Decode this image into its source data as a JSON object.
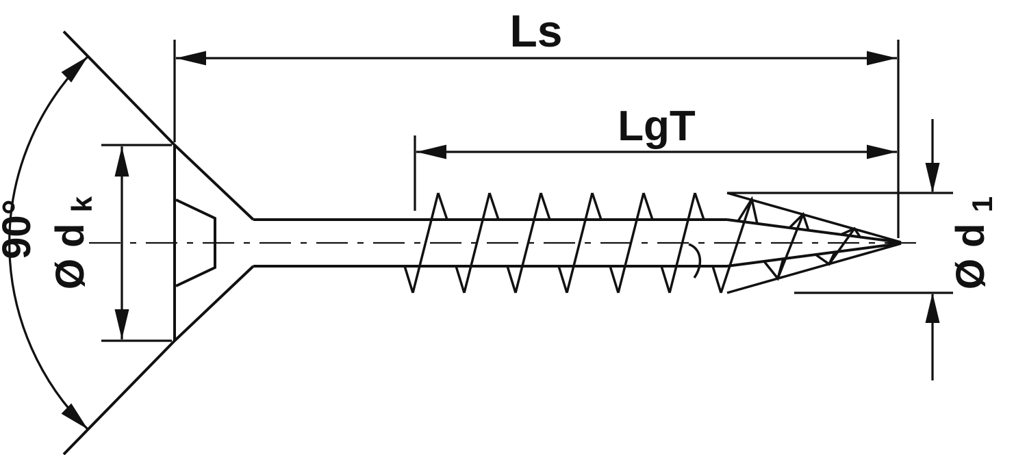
{
  "diagram": {
    "type": "technical-drawing",
    "subject": "countersunk-screw-dimension-diagram",
    "colors": {
      "line": "#111111",
      "background": "#ffffff"
    },
    "labels": {
      "total_length": "Ls",
      "thread_length": "LgT",
      "head_angle": "90°",
      "head_diameter": {
        "prefix": "Ø d",
        "sub": "k"
      },
      "thread_diameter": {
        "prefix": "Ø d",
        "sub": "1"
      }
    }
  }
}
